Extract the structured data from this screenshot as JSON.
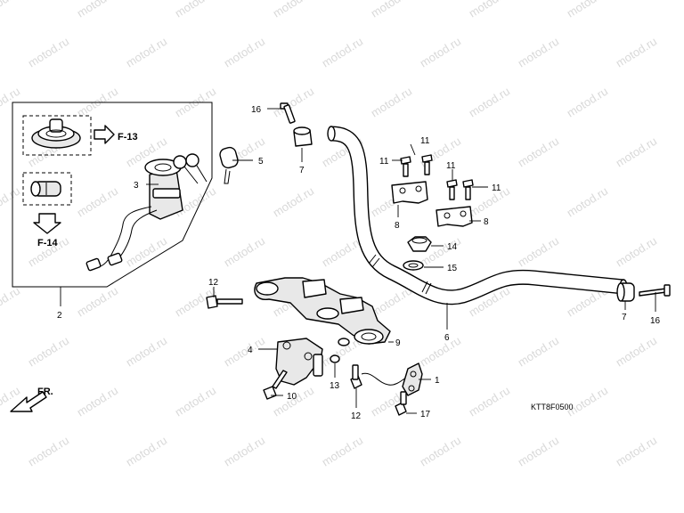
{
  "watermark": "motod.ru",
  "diagram_code": "KTT8F0500",
  "front_marker": "FR.",
  "refs": {
    "f13": "F-13",
    "f14": "F-14"
  },
  "callouts": {
    "c1": "1",
    "c2": "2",
    "c3": "3",
    "c4": "4",
    "c5": "5",
    "c6": "6",
    "c7a": "7",
    "c7b": "7",
    "c8a": "8",
    "c8b": "8",
    "c9": "9",
    "c10": "10",
    "c11a": "11",
    "c11b": "11",
    "c11c": "11",
    "c11d": "11",
    "c12a": "12",
    "c12b": "12",
    "c13": "13",
    "c14": "14",
    "c15": "15",
    "c16a": "16",
    "c16b": "16",
    "c17": "17"
  }
}
